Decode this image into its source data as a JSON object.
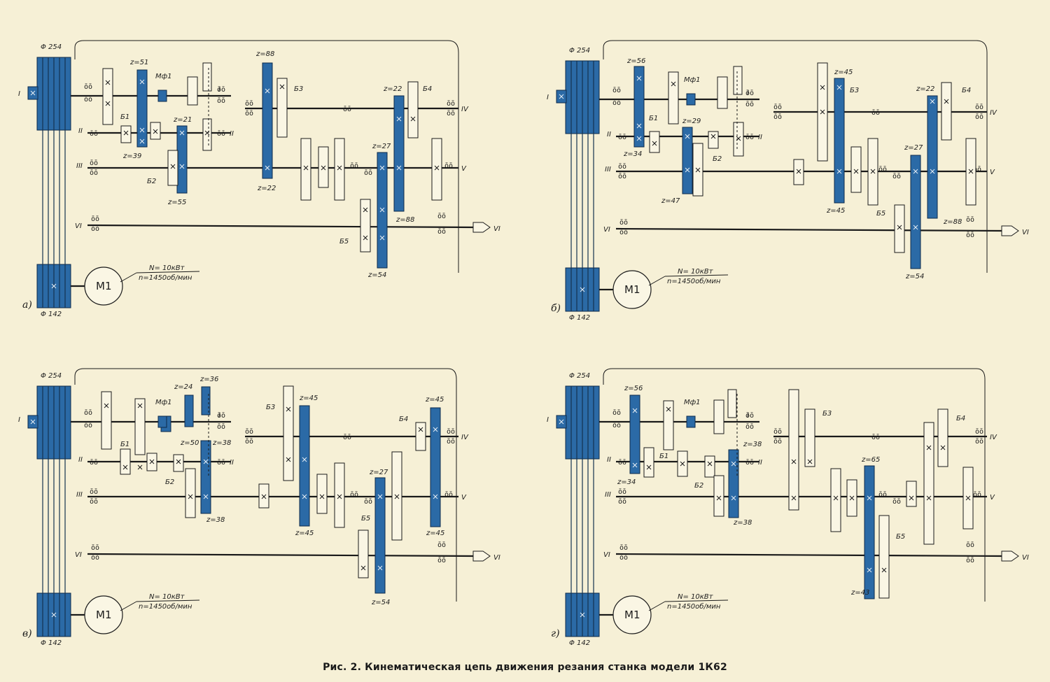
{
  "caption": "Рис. 2. Кинематическая цепь движения резания станка модели 1К62",
  "colors": {
    "background": "#f6f0d6",
    "engaged": "#2b6aa6",
    "line": "#1a1a1a"
  },
  "panels": [
    {
      "id": "a",
      "panel_label": "а)",
      "pulley_top_label": "Φ 254",
      "pulley_bottom_label": "Φ 142",
      "motor": {
        "name": "M1",
        "power": "N= 10кВт",
        "speed": "n=1450об/мин"
      },
      "shaft_labels": {
        "I_left": "I",
        "I_right": "I",
        "II_left": "II",
        "II_right": "II",
        "III": "III",
        "IV": "IV",
        "V": "V",
        "VI_left": "VI",
        "VI_right": "VI"
      },
      "clutch": "Мф1",
      "blocks": [
        "Б1",
        "Б2",
        "Б3",
        "Б4",
        "Б5"
      ],
      "gear_labels": [
        "z=51",
        "z=39",
        "z=21",
        "z=55",
        "z=88",
        "z=22",
        "z=22",
        "z=27",
        "z=88",
        "z=54"
      ]
    },
    {
      "id": "b",
      "panel_label": "б)",
      "pulley_top_label": "Φ 254",
      "pulley_bottom_label": "Φ 142",
      "motor": {
        "name": "M1",
        "power": "N= 10кВт",
        "speed": "n=1450об/мин"
      },
      "shaft_labels": {
        "I_left": "I",
        "I_right": "I",
        "II_left": "II",
        "II_right": "II",
        "III": "III",
        "IV": "IV",
        "V": "V",
        "VI_left": "VI",
        "VI_right": "VI"
      },
      "clutch": "Мф1",
      "blocks": [
        "Б1",
        "Б2",
        "Б3",
        "Б4",
        "Б5"
      ],
      "gear_labels": [
        "z=56",
        "z=34",
        "z=29",
        "z=47",
        "z=45",
        "z=45",
        "z=22",
        "z=27",
        "z=88",
        "z=54"
      ]
    },
    {
      "id": "c",
      "panel_label": "в)",
      "pulley_top_label": "Φ 254",
      "pulley_bottom_label": "Φ 142",
      "motor": {
        "name": "M1",
        "power": "N= 10кВт",
        "speed": "n=1450об/мин"
      },
      "shaft_labels": {
        "I_left": "I",
        "I_right": "I",
        "II_left": "II",
        "II_right": "II",
        "III": "III",
        "IV": "IV",
        "V": "V",
        "VI_left": "VI",
        "VI_right": "VI"
      },
      "clutch": "Мф1",
      "blocks": [
        "Б1",
        "Б2",
        "Б3",
        "Б4",
        "Б5"
      ],
      "gear_labels": [
        "z=24",
        "z=36",
        "z=50",
        "z=38",
        "z=38",
        "z=45",
        "z=45",
        "z=27",
        "z=45",
        "z=45",
        "z=54"
      ]
    },
    {
      "id": "d",
      "panel_label": "г)",
      "pulley_top_label": "Φ 254",
      "pulley_bottom_label": "Φ 142",
      "motor": {
        "name": "M1",
        "power": "N= 10кВт",
        "speed": "n=1450об/мин"
      },
      "shaft_labels": {
        "I_left": "I",
        "I_right": "I",
        "II_left": "II",
        "II_right": "II",
        "III": "III",
        "IV": "IV",
        "V": "V",
        "VI_left": "VI",
        "VI_right": "VI"
      },
      "clutch": "Мф1",
      "blocks": [
        "Б1",
        "Б2",
        "Б3",
        "Б4",
        "Б5"
      ],
      "gear_labels": [
        "z=56",
        "z=34",
        "z=38",
        "z=38",
        "z=65",
        "z=43"
      ]
    }
  ]
}
